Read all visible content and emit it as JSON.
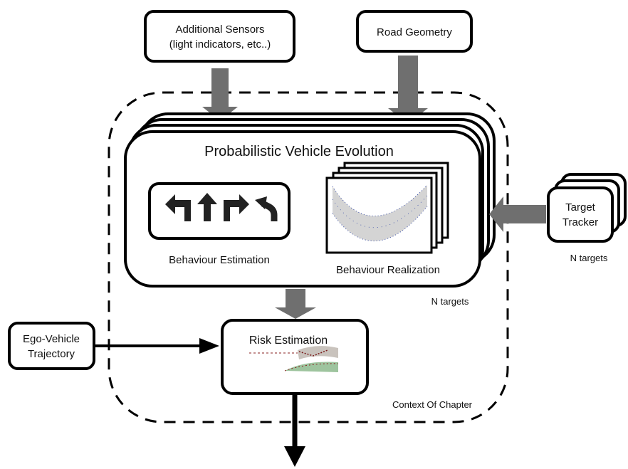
{
  "additional_sensors": {
    "line1": "Additional Sensors",
    "line2": "(light indicators, etc..)"
  },
  "road_geometry": "Road Geometry",
  "probabilistic_vehicle_evolution": "Probabilistic Vehicle Evolution",
  "behaviour_estimation": "Behaviour Estimation",
  "behaviour_realization": "Behaviour Realization",
  "target_tracker": {
    "line1": "Target",
    "line2": "Tracker"
  },
  "n_targets_tracker": "N targets",
  "n_targets_context": "N targets",
  "ego_vehicle_trajectory": {
    "line1": "Ego-Vehicle",
    "line2": "Trajectory"
  },
  "risk_estimation": "Risk Estimation",
  "context_of_chapter": "Context Of Chapter",
  "colors": {
    "stroke": "#000000",
    "gray_arrow": "#6f6f6f",
    "band_fill": "#d4d4d4",
    "band_dots": "#3a4fa8"
  },
  "icons": [
    "turn-left-arrow-icon",
    "straight-arrow-icon",
    "turn-right-arrow-icon",
    "curve-left-arrow-icon"
  ]
}
